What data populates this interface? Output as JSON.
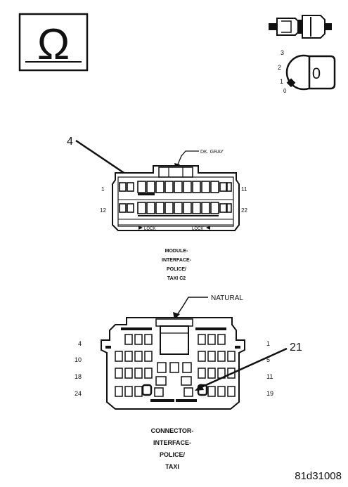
{
  "ohm_symbol": "Ω",
  "key_switch": {
    "positions": [
      "3",
      "2",
      "1",
      "0"
    ],
    "key_label": "0"
  },
  "top_connector": {
    "callout_pin": "4",
    "color_label": "DK. GRAY",
    "pin_start_top": "1",
    "pin_end_top": "11",
    "pin_start_bottom": "12",
    "pin_end_bottom": "22",
    "lock_left": "LOCK",
    "lock_right": "LOCK",
    "caption_lines": [
      "MODULE-",
      "INTERFACE-",
      "POLICE/",
      "TAXI C2"
    ]
  },
  "bottom_connector": {
    "color_label": "NATURAL",
    "callout_pin": "21",
    "left_pins": [
      "4",
      "10",
      "18",
      "24"
    ],
    "right_pins": [
      "1",
      "5",
      "11",
      "19"
    ],
    "caption_lines": [
      "CONNECTOR-",
      "INTERFACE-",
      "POLICE/",
      "TAXI"
    ]
  },
  "figure_id": "81d31008"
}
